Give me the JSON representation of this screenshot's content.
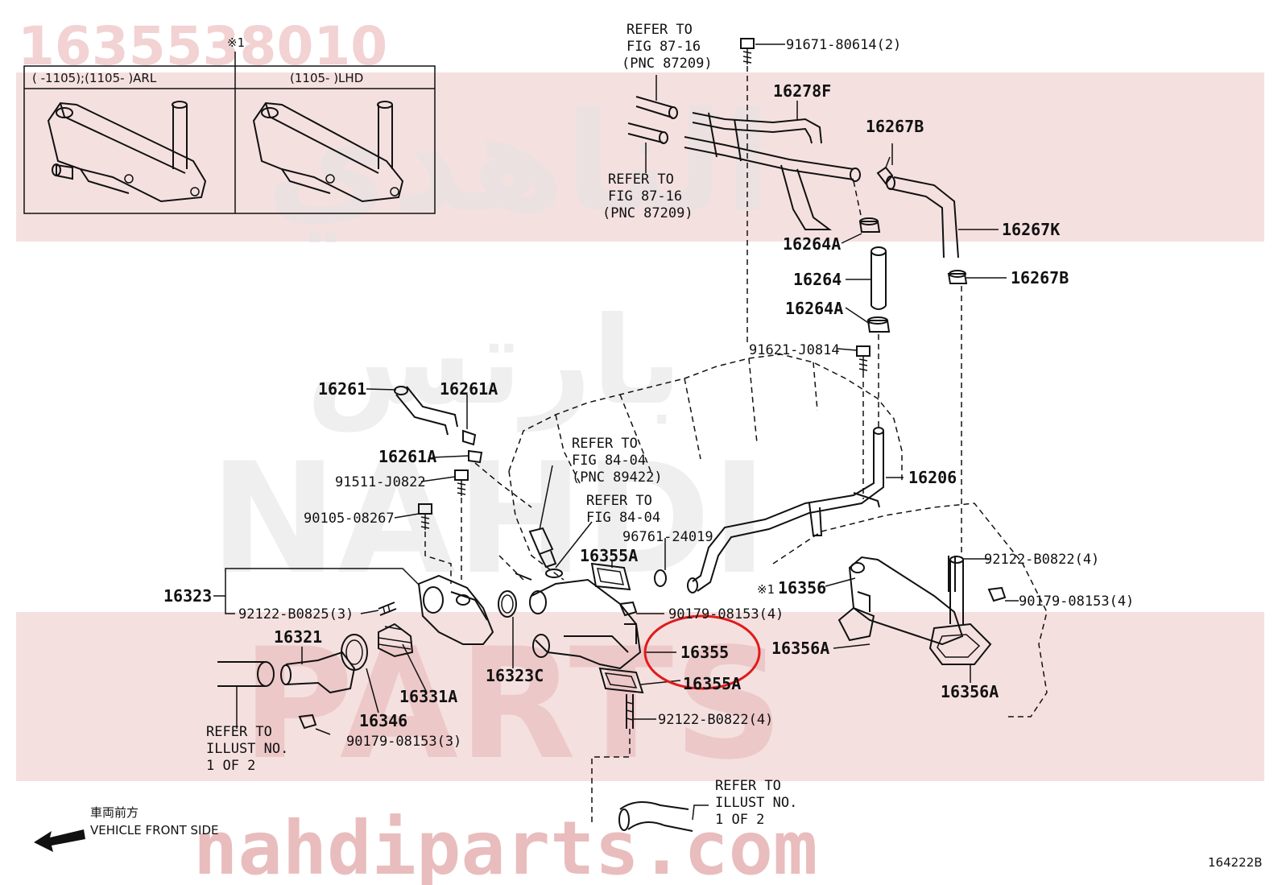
{
  "watermark": {
    "part_number": "1635538010",
    "arabic_top": "الناهدي",
    "arabic_mid": "بارتس",
    "latin_1": "NAHDI",
    "latin_2": "PARTS",
    "url": "nahdiparts.com"
  },
  "inset": {
    "note_mark": "※1",
    "col1": "(      -1105);(1105-       )ARL",
    "col2": "(1105-       )LHD"
  },
  "refs": {
    "r1": [
      "REFER TO",
      "FIG 87-16",
      "(PNC 87209)"
    ],
    "r2": [
      "REFER TO",
      "FIG 87-16",
      "(PNC 87209)"
    ],
    "r3": [
      "REFER TO",
      "FIG 84-04",
      "(PNC 89422)"
    ],
    "r4": [
      "REFER TO",
      "FIG 84-04"
    ],
    "r5": [
      "REFER TO",
      "ILLUST NO.",
      "1 OF 2"
    ],
    "r6": [
      "REFER TO",
      "ILLUST NO.",
      "1 OF 2"
    ]
  },
  "labels": {
    "p91671": "91671-80614(2)",
    "p16278F": "16278F",
    "p16267B_1": "16267B",
    "p16267K": "16267K",
    "p16264A_1": "16264A",
    "p16264": "16264",
    "p16267B_2": "16267B",
    "p16264A_2": "16264A",
    "p91621": "91621-J0814",
    "p16261": "16261",
    "p16261A_1": "16261A",
    "p16261A_2": "16261A",
    "p91511": "91511-J0822",
    "p90105": "90105-08267",
    "p16206": "16206",
    "p96761": "96761-24019",
    "p16355A_1": "16355A",
    "p92122a": "92122-B0822(4)",
    "p16356": "16356",
    "p16356_mark": "※1",
    "p90179a": "90179-08153(4)",
    "p16323": "16323",
    "p92122b": "92122-B0825(3)",
    "p90179b": "90179-08153(4)",
    "p16321": "16321",
    "p16355": "16355",
    "p16356A_1": "16356A",
    "p16323C": "16323C",
    "p16355A_2": "16355A",
    "p16331A": "16331A",
    "p16356A_2": "16356A",
    "p16346": "16346",
    "p92122c": "92122-B0822(4)",
    "p90179c": "90179-08153(3)"
  },
  "footer": {
    "front_jp": "車両前方",
    "front_en": "VEHICLE FRONT SIDE",
    "fig_code": "164222B"
  },
  "colors": {
    "highlight": "#e01b1b",
    "line": "#111111"
  }
}
